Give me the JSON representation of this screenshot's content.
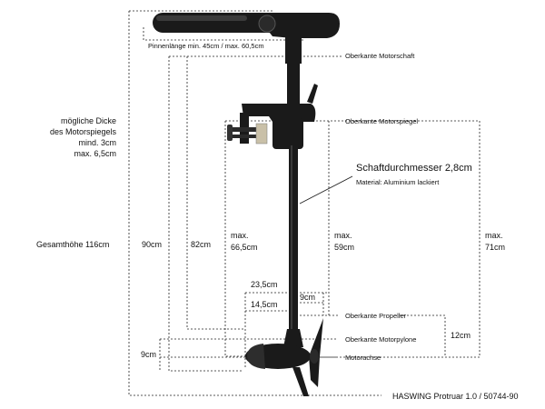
{
  "labels": {
    "tiller_length": "Pinnenlänge min. 45cm / max. 60,5cm",
    "motor_shaft_top": "Oberkante Motorschaft",
    "transom_top": "Oberkante Motorspiegel",
    "transom_thickness": [
      "mögliche Dicke",
      "des Motorspiegels",
      "mind. 3cm",
      "max. 6,5cm"
    ],
    "shaft_diameter": "Schaftdurchmesser 2,8cm",
    "material": "Material: Aluminium lackiert",
    "total_height": "Gesamthöhe 116cm",
    "h90": "90cm",
    "h82": "82cm",
    "max_66_1": "max.",
    "max_66_2": "66,5cm",
    "max_59_1": "max.",
    "max_59_2": "59cm",
    "max_71_1": "max.",
    "max_71_2": "71cm",
    "w23": "23,5cm",
    "w14": "14,5cm",
    "w9": "9cm",
    "propeller_top": "Oberkante Propeller",
    "pylon_top": "Oberkante Motorpylone",
    "motor_axis": "Motorachse",
    "h12": "12cm",
    "h9": "9cm",
    "model": "HASWING Protruar 1.0 / 50744-90"
  },
  "colors": {
    "motor": "#1a1a1a",
    "motor_highlight": "#3a3a3a",
    "line": "#222222"
  }
}
